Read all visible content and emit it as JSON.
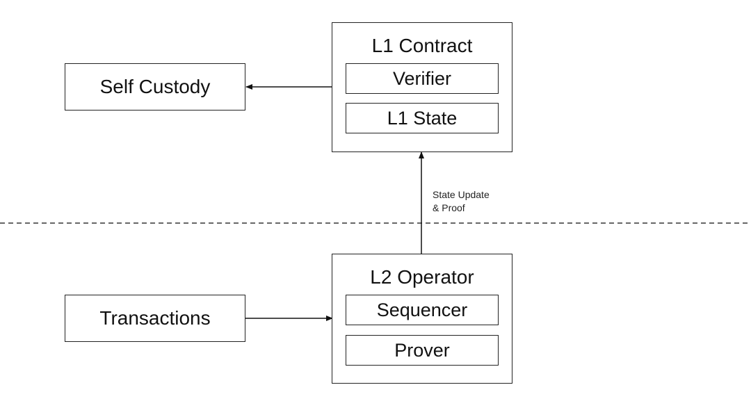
{
  "nodes": {
    "self_custody": "Self Custody",
    "transactions": "Transactions",
    "l1_contract": {
      "title": "L1 Contract",
      "verifier": "Verifier",
      "l1_state": "L1 State"
    },
    "l2_operator": {
      "title": "L2 Operator",
      "sequencer": "Sequencer",
      "prover": "Prover"
    }
  },
  "edges": {
    "state_update_line1": "State Update",
    "state_update_line2": "& Proof"
  }
}
